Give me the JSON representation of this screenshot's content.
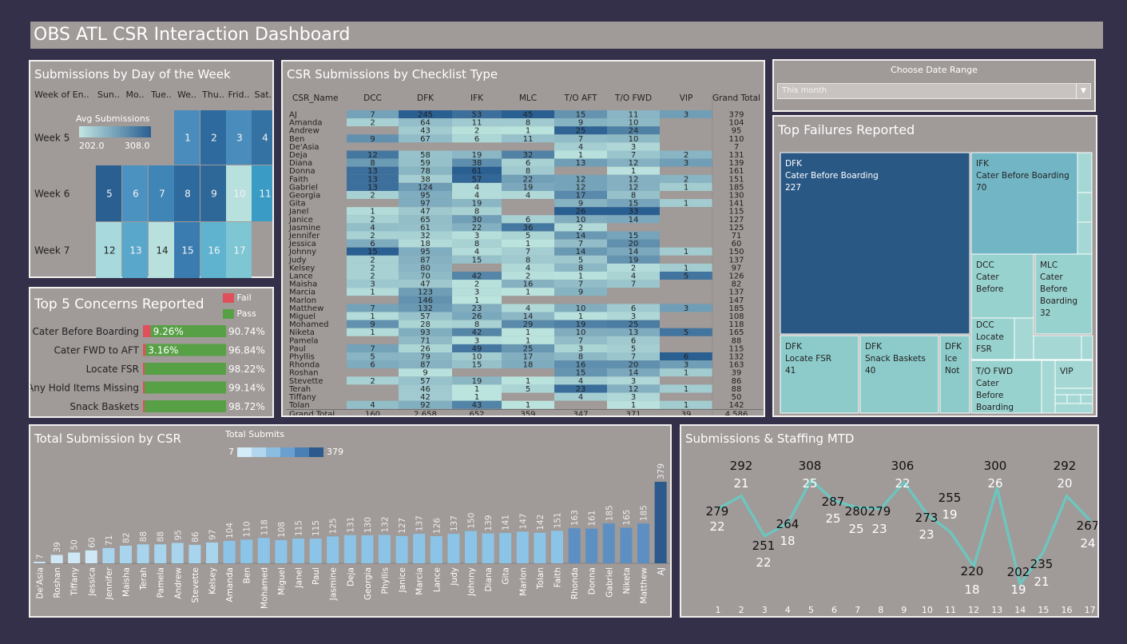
{
  "title": "OBS ATL CSR Interaction Dashboard",
  "colors": {
    "fail": "#e0505a",
    "pass": "#58a046",
    "line": "#6ec5be",
    "panel": "#a09a98"
  },
  "dow": {
    "title": "Submissions by Day of the Week",
    "headers": [
      "Week of En..",
      "Sun..",
      "Mo..",
      "Tue..",
      "We..",
      "Thu..",
      "Frid..",
      "Sat.."
    ],
    "legend_title": "Avg Submissions",
    "legend_min": "202.0",
    "legend_max": "308.0",
    "weeks": [
      {
        "label": "Week 5",
        "cells": [
          null,
          null,
          null,
          null,
          "1",
          "2",
          "3",
          "4"
        ]
      },
      {
        "label": "Week 6",
        "cells": [
          "5",
          "6",
          "7",
          "8",
          "9",
          "10",
          "11"
        ]
      },
      {
        "label": "Week 7",
        "cells": [
          "12",
          "13",
          "14",
          "15",
          "16",
          "17",
          null
        ]
      }
    ]
  },
  "concerns": {
    "title": "Top 5 Concerns Reported",
    "legend": [
      "Fail",
      "Pass"
    ],
    "items": [
      {
        "label": "Cater Before Boarding",
        "fail": "9.26%",
        "pass": "90.74%",
        "fail_frac": 0.0926
      },
      {
        "label": "Cater FWD to AFT",
        "fail": "3.16%",
        "pass": "96.84%",
        "fail_frac": 0.0316
      },
      {
        "label": "Locate FSR",
        "fail": "",
        "pass": "98.22%",
        "fail_frac": 0.0178
      },
      {
        "label": "Any Hold Items Missing",
        "fail": "",
        "pass": "99.14%",
        "fail_frac": 0.0086
      },
      {
        "label": "Snack Baskets",
        "fail": "",
        "pass": "98.72%",
        "fail_frac": 0.0128
      }
    ]
  },
  "checklist": {
    "title": "CSR Submissions by Checklist Type",
    "headers": [
      "CSR_Name",
      "DCC",
      "DFK",
      "IFK",
      "MLC",
      "T/O AFT",
      "T/O FWD",
      "VIP",
      "Grand Total"
    ],
    "rows": [
      [
        "AJ",
        "7",
        "245",
        "53",
        "45",
        "15",
        "11",
        "3",
        "379"
      ],
      [
        "Amanda",
        "2",
        "64",
        "11",
        "8",
        "9",
        "10",
        "",
        "104"
      ],
      [
        "Andrew",
        "",
        "43",
        "2",
        "1",
        "25",
        "24",
        "",
        "95"
      ],
      [
        "Ben",
        "9",
        "67",
        "6",
        "11",
        "7",
        "10",
        "",
        "110"
      ],
      [
        "De'Asia",
        "",
        "",
        "",
        "",
        "4",
        "3",
        "",
        "7"
      ],
      [
        "Deja",
        "12",
        "58",
        "19",
        "32",
        "1",
        "7",
        "2",
        "131"
      ],
      [
        "Diana",
        "8",
        "59",
        "38",
        "6",
        "13",
        "12",
        "3",
        "139"
      ],
      [
        "Donna",
        "13",
        "78",
        "61",
        "8",
        "",
        "1",
        "",
        "161"
      ],
      [
        "Faith",
        "13",
        "38",
        "57",
        "22",
        "12",
        "12",
        "2",
        "151"
      ],
      [
        "Gabriel",
        "13",
        "124",
        "4",
        "19",
        "12",
        "12",
        "1",
        "185"
      ],
      [
        "Georgia",
        "2",
        "95",
        "4",
        "4",
        "17",
        "8",
        "",
        "130"
      ],
      [
        "Gita",
        "",
        "97",
        "19",
        "",
        "9",
        "15",
        "1",
        "141"
      ],
      [
        "Janel",
        "1",
        "47",
        "8",
        "",
        "26",
        "33",
        "",
        "115"
      ],
      [
        "Janice",
        "2",
        "65",
        "30",
        "6",
        "10",
        "14",
        "",
        "127"
      ],
      [
        "Jasmine",
        "4",
        "61",
        "22",
        "36",
        "2",
        "",
        "",
        "125"
      ],
      [
        "Jennifer",
        "2",
        "32",
        "3",
        "5",
        "14",
        "15",
        "",
        "71"
      ],
      [
        "Jessica",
        "6",
        "18",
        "8",
        "1",
        "7",
        "20",
        "",
        "60"
      ],
      [
        "Johnny",
        "15",
        "95",
        "4",
        "7",
        "14",
        "14",
        "1",
        "150"
      ],
      [
        "Judy",
        "2",
        "87",
        "15",
        "8",
        "5",
        "19",
        "",
        "137"
      ],
      [
        "Kelsey",
        "2",
        "80",
        "",
        "4",
        "8",
        "2",
        "1",
        "97"
      ],
      [
        "Lance",
        "2",
        "70",
        "42",
        "2",
        "1",
        "4",
        "5",
        "126"
      ],
      [
        "Maisha",
        "3",
        "47",
        "2",
        "16",
        "7",
        "7",
        "",
        "82"
      ],
      [
        "Marcia",
        "1",
        "123",
        "3",
        "1",
        "9",
        "",
        "",
        "137"
      ],
      [
        "Marlon",
        "",
        "146",
        "1",
        "",
        "",
        "",
        "",
        "147"
      ],
      [
        "Matthew",
        "7",
        "132",
        "23",
        "4",
        "10",
        "6",
        "3",
        "185"
      ],
      [
        "Miguel",
        "1",
        "57",
        "26",
        "14",
        "1",
        "3",
        "",
        "108"
      ],
      [
        "Mohamed",
        "9",
        "28",
        "8",
        "29",
        "19",
        "25",
        "",
        "118"
      ],
      [
        "Niketa",
        "1",
        "93",
        "42",
        "1",
        "10",
        "13",
        "5",
        "165"
      ],
      [
        "Pamela",
        "",
        "71",
        "3",
        "1",
        "7",
        "6",
        "",
        "88"
      ],
      [
        "Paul",
        "7",
        "26",
        "49",
        "25",
        "3",
        "5",
        "",
        "115"
      ],
      [
        "Phyllis",
        "5",
        "79",
        "10",
        "17",
        "8",
        "7",
        "6",
        "132"
      ],
      [
        "Rhonda",
        "6",
        "87",
        "15",
        "18",
        "16",
        "20",
        "3",
        "163"
      ],
      [
        "Roshan",
        "",
        "9",
        "",
        "",
        "15",
        "14",
        "1",
        "39"
      ],
      [
        "Stevette",
        "2",
        "57",
        "19",
        "1",
        "4",
        "3",
        "",
        "86"
      ],
      [
        "Terah",
        "",
        "46",
        "1",
        "5",
        "23",
        "12",
        "1",
        "88"
      ],
      [
        "Tiffany",
        "",
        "42",
        "1",
        "",
        "4",
        "3",
        "",
        "50"
      ],
      [
        "Tolan",
        "4",
        "92",
        "43",
        "1",
        "",
        "1",
        "1",
        "142"
      ]
    ],
    "total": [
      "Grand Total",
      "160",
      "2,658",
      "652",
      "359",
      "347",
      "371",
      "39",
      "4,586"
    ]
  },
  "date_range": {
    "label": "Choose Date Range",
    "value": "This month"
  },
  "failures": {
    "title": "Top Failures Reported",
    "tiles": [
      {
        "type": "DFK",
        "item": "Cater Before Boarding",
        "count": "227"
      },
      {
        "type": "IFK",
        "item": "Cater Before Boarding",
        "count": "70"
      },
      {
        "type": "DCC",
        "item": "Cater Before",
        "count": ""
      },
      {
        "type": "MLC",
        "item": "Cater Before Boarding",
        "count": "32"
      },
      {
        "type": "DCC",
        "item": "Locate FSR",
        "count": ""
      },
      {
        "type": "DFK",
        "item": "Locate FSR",
        "count": "41"
      },
      {
        "type": "DFK",
        "item": "Snack Baskets",
        "count": "40"
      },
      {
        "type": "DFK",
        "item": "Ice Not",
        "count": ""
      },
      {
        "type": "T/O FWD",
        "item": "Cater Before Boarding",
        "count": ""
      },
      {
        "type": "VIP",
        "item": "",
        "count": ""
      }
    ]
  },
  "csr_totals": {
    "title": "Total Submission by CSR",
    "legend_title": "Total Submits",
    "legend_min": "7",
    "legend_max": "379"
  },
  "staffing": {
    "title": "Submissions & Staffing MTD"
  },
  "chart_data": [
    {
      "type": "bar",
      "title": "Total Submission by CSR",
      "categories": [
        "De'Asia",
        "Roshan",
        "Tiffany",
        "Jessica",
        "Jennifer",
        "Maisha",
        "Terah",
        "Pamela",
        "Andrew",
        "Stevette",
        "Kelsey",
        "Amanda",
        "Ben",
        "Mohamed",
        "Miguel",
        "Janel",
        "Paul",
        "Jasmine",
        "Deja",
        "Georgia",
        "Phyllis",
        "Janice",
        "Marcia",
        "Lance",
        "Judy",
        "Johnny",
        "Diana",
        "Gita",
        "Marlon",
        "Tolan",
        "Faith",
        "Rhonda",
        "Donna",
        "Gabriel",
        "Niketa",
        "Matthew",
        "AJ"
      ],
      "values": [
        7,
        39,
        50,
        60,
        71,
        82,
        88,
        88,
        95,
        86,
        97,
        104,
        110,
        118,
        108,
        115,
        115,
        125,
        131,
        130,
        132,
        127,
        137,
        126,
        137,
        150,
        139,
        141,
        147,
        142,
        151,
        163,
        161,
        185,
        165,
        185,
        379
      ],
      "ylim": [
        0,
        400
      ]
    },
    {
      "type": "line",
      "title": "Submissions & Staffing MTD",
      "x": [
        1,
        2,
        3,
        4,
        5,
        6,
        7,
        8,
        9,
        10,
        11,
        12,
        13,
        14,
        15,
        16,
        17
      ],
      "series": [
        {
          "values": [
            279,
            292,
            251,
            264,
            308,
            287,
            280,
            279,
            306,
            273,
            255,
            220,
            300,
            202,
            235,
            292,
            267
          ]
        },
        {
          "values": [
            22,
            21,
            22,
            18,
            25,
            25,
            25,
            23,
            22,
            23,
            19,
            18,
            26,
            19,
            21,
            20,
            24
          ]
        }
      ]
    }
  ]
}
